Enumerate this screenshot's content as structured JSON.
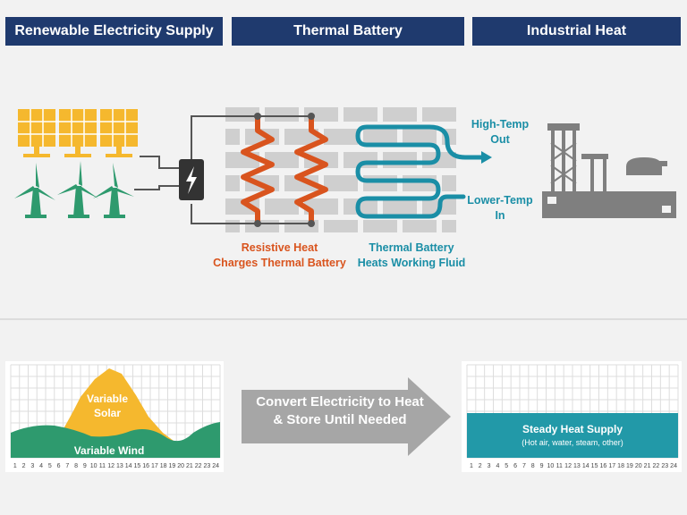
{
  "headers": {
    "supply": "Renewable Electricity Supply",
    "battery": "Thermal Battery",
    "heat": "Industrial Heat"
  },
  "labels": {
    "resistive_line1": "Resistive Heat",
    "resistive_line2": "Charges Thermal Battery",
    "fluid_line1": "Thermal Battery",
    "fluid_line2": "Heats Working Fluid",
    "high_temp_line1": "High-Temp",
    "high_temp_line2": "Out",
    "low_temp_line1": "Lower-Temp",
    "low_temp_line2": "In"
  },
  "arrow": {
    "line1": "Convert Electricity to Heat",
    "line2": "& Store Until Needed"
  },
  "left_chart": {
    "solar_label_line1": "Variable",
    "solar_label_line2": "Solar",
    "wind_label": "Variable Wind",
    "x_ticks": [
      "1",
      "2",
      "3",
      "4",
      "5",
      "6",
      "7",
      "8",
      "9",
      "10",
      "11",
      "12",
      "13",
      "14",
      "15",
      "16",
      "17",
      "18",
      "19",
      "20",
      "21",
      "22",
      "23",
      "24"
    ]
  },
  "right_chart": {
    "steady_label": "Steady Heat Supply",
    "steady_sub": "(Hot air, water, steam, other)",
    "x_ticks": [
      "1",
      "2",
      "3",
      "4",
      "5",
      "6",
      "7",
      "8",
      "9",
      "10",
      "11",
      "12",
      "13",
      "14",
      "15",
      "16",
      "17",
      "18",
      "19",
      "20",
      "21",
      "22",
      "23",
      "24"
    ]
  },
  "colors": {
    "header_bg": "#1f3a6e",
    "solar_yellow": "#f5b82e",
    "wind_green": "#2e9a6e",
    "heater_orange": "#d9541e",
    "fluid_teal": "#1a8ea6",
    "steady_teal": "#2299a8",
    "arrow_gray": "#a6a6a6",
    "factory_gray": "#7f7f7f"
  },
  "icons": [
    "solar-panel-icon",
    "wind-turbine-icon",
    "lightning-bolt-icon",
    "factory-icon"
  ]
}
